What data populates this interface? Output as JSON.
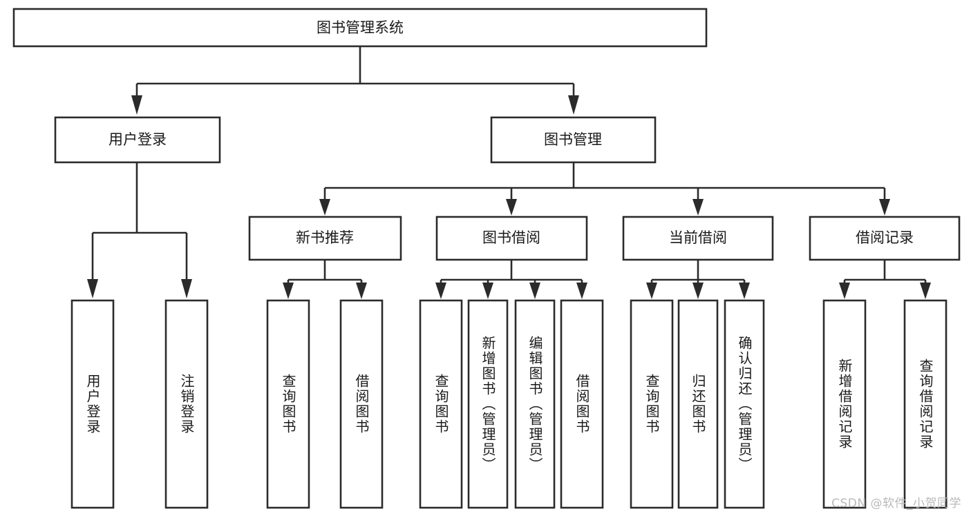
{
  "diagram": {
    "type": "tree",
    "title": "图书管理系统",
    "watermark": "CSDN @软件_小贺同学",
    "root": {
      "id": "root",
      "label": "图书管理系统",
      "orientation": "horizontal"
    },
    "level1": [
      {
        "id": "user-login",
        "label": "用户登录",
        "orientation": "horizontal"
      },
      {
        "id": "book-manage",
        "label": "图书管理",
        "orientation": "horizontal"
      }
    ],
    "level2": [
      {
        "id": "new-book-recommend",
        "parent": "book-manage",
        "label": "新书推荐",
        "orientation": "horizontal"
      },
      {
        "id": "book-borrow",
        "parent": "book-manage",
        "label": "图书借阅",
        "orientation": "horizontal"
      },
      {
        "id": "current-borrow",
        "parent": "book-manage",
        "label": "当前借阅",
        "orientation": "horizontal"
      },
      {
        "id": "borrow-record",
        "parent": "book-manage",
        "label": "借阅记录",
        "orientation": "horizontal"
      }
    ],
    "leaves": [
      {
        "id": "leaf-user-login",
        "parent": "user-login",
        "label": "用户登录",
        "orientation": "vertical"
      },
      {
        "id": "leaf-user-logout",
        "parent": "user-login",
        "label": "注销登录",
        "orientation": "vertical"
      },
      {
        "id": "leaf-query-book-1",
        "parent": "new-book-recommend",
        "label": "查询图书",
        "orientation": "vertical"
      },
      {
        "id": "leaf-borrow-book-1",
        "parent": "new-book-recommend",
        "label": "借阅图书",
        "orientation": "vertical"
      },
      {
        "id": "leaf-query-book-2",
        "parent": "book-borrow",
        "label": "查询图书",
        "orientation": "vertical"
      },
      {
        "id": "leaf-add-book",
        "parent": "book-borrow",
        "label": "新增图书（管理员）",
        "orientation": "vertical"
      },
      {
        "id": "leaf-edit-book",
        "parent": "book-borrow",
        "label": "编辑图书（管理员）",
        "orientation": "vertical"
      },
      {
        "id": "leaf-borrow-book-2",
        "parent": "book-borrow",
        "label": "借阅图书",
        "orientation": "vertical"
      },
      {
        "id": "leaf-query-book-3",
        "parent": "current-borrow",
        "label": "查询图书",
        "orientation": "vertical"
      },
      {
        "id": "leaf-return-book",
        "parent": "current-borrow",
        "label": "归还图书",
        "orientation": "vertical"
      },
      {
        "id": "leaf-confirm-return",
        "parent": "current-borrow",
        "label": "确认归还（管理员）",
        "orientation": "vertical"
      },
      {
        "id": "leaf-add-record",
        "parent": "borrow-record",
        "label": "新增借阅记录",
        "orientation": "vertical"
      },
      {
        "id": "leaf-query-record",
        "parent": "borrow-record",
        "label": "查询借阅记录",
        "orientation": "vertical"
      }
    ],
    "colors": {
      "stroke": "#2b2b2b",
      "fill": "#ffffff",
      "text": "#1a1a1a",
      "watermark": "#b9b9b9"
    }
  }
}
